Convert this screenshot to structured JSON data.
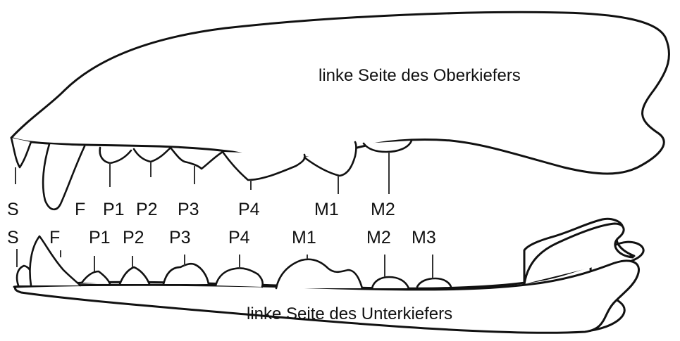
{
  "captions": {
    "upper_jaw": "linke Seite des Oberkiefers",
    "lower_jaw": "linke Seite des Unterkiefers"
  },
  "upper_teeth": [
    {
      "key": "s",
      "label": "S"
    },
    {
      "key": "f",
      "label": "F"
    },
    {
      "key": "p1",
      "label": "P1"
    },
    {
      "key": "p2",
      "label": "P2"
    },
    {
      "key": "p3",
      "label": "P3"
    },
    {
      "key": "p4",
      "label": "P4"
    },
    {
      "key": "m1",
      "label": "M1"
    },
    {
      "key": "m2",
      "label": "M2"
    }
  ],
  "lower_teeth": [
    {
      "key": "s",
      "label": "S"
    },
    {
      "key": "f",
      "label": "F"
    },
    {
      "key": "p1",
      "label": "P1"
    },
    {
      "key": "p2",
      "label": "P2"
    },
    {
      "key": "p3",
      "label": "P3"
    },
    {
      "key": "p4",
      "label": "P4"
    },
    {
      "key": "m1",
      "label": "M1"
    },
    {
      "key": "m2",
      "label": "M2"
    },
    {
      "key": "m3",
      "label": "M3"
    }
  ]
}
